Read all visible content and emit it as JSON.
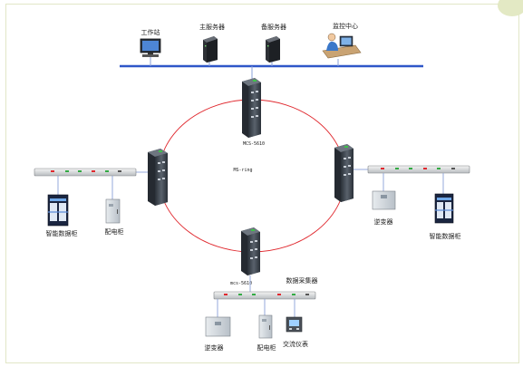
{
  "top": {
    "workstation_label": "工作站",
    "main_server_label": "主服务器",
    "backup_server_label": "备服务器",
    "monitor_center_label": "监控中心"
  },
  "ring": {
    "label": "MS-ring",
    "top_switch_label": "MCS-5610",
    "bottom_switch_label": "mcs-5610",
    "collector_label": "数据采集器"
  },
  "left_group": {
    "smart_cabinet_label": "智能数据柜",
    "distribution_cabinet_label": "配电柜"
  },
  "right_group": {
    "inverter_label": "逆变器",
    "smart_cabinet_label": "智能数据柜"
  },
  "bottom_group": {
    "inverter_label": "逆变器",
    "distribution_cabinet_label": "配电柜",
    "ac_meter_label": "交流仪表"
  },
  "colors": {
    "bus": "#2f56c8",
    "ring": "#e0282e",
    "link": "#8aa0d8",
    "switch_body": "#3e4650",
    "frame_border": "#e1e6c6"
  }
}
